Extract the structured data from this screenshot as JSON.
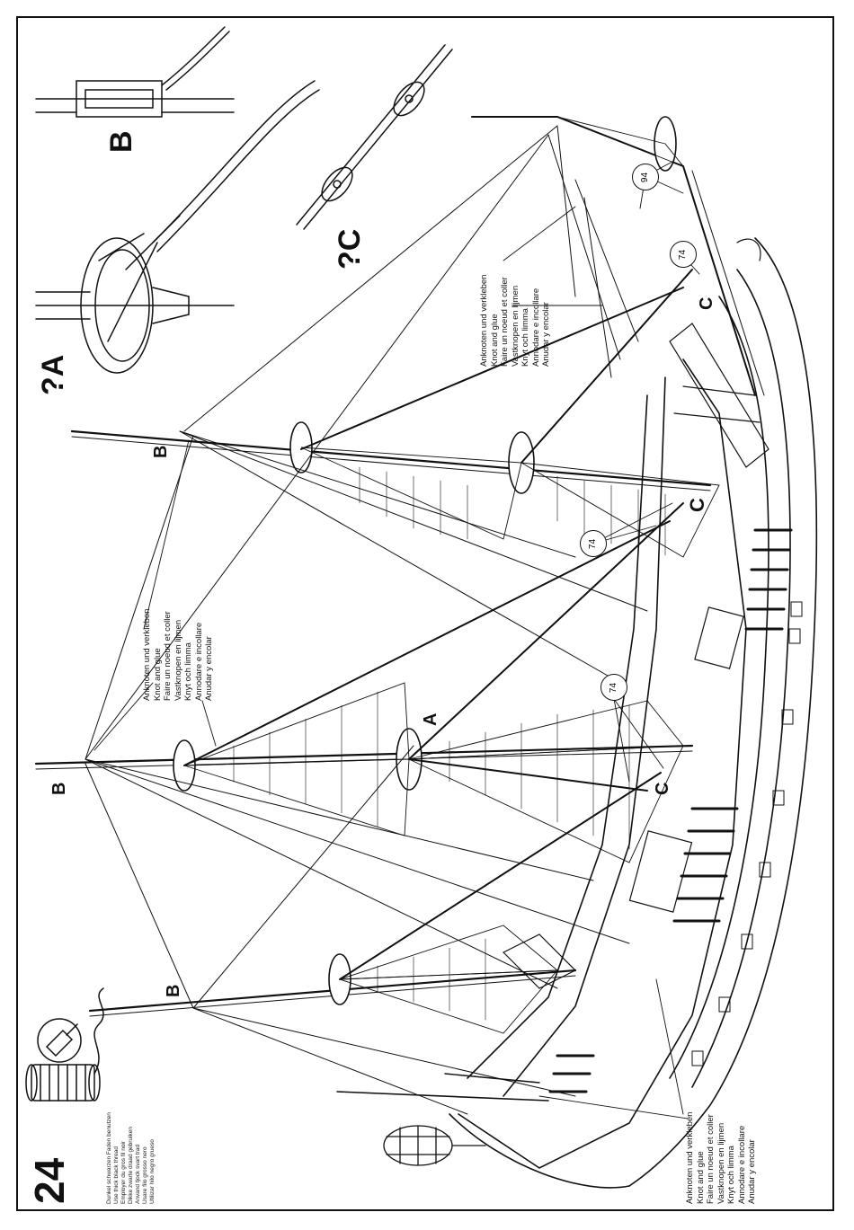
{
  "step": {
    "number": "24"
  },
  "labels": {
    "A": "A",
    "B": "B",
    "C": "C",
    "question_A": "?A",
    "question_C": "?C"
  },
  "part_numbers": [
    "94",
    "74",
    "74",
    "74"
  ],
  "instruction_blocks": [
    [
      "Anknoten und verkleben",
      "Knot and glue",
      "Faire un noeud et coller",
      "Vastknopen en lijmen",
      "Knyt och limma",
      "Annodare e incollare",
      "Anudar y encolar"
    ],
    [
      "Anknoten und verkleben",
      "Knot and glue",
      "Faire un noeud et coller",
      "Vastknopen en lijmen",
      "Knyt och limma",
      "Annodare e incollare",
      "Anudar y encolar"
    ],
    [
      "Anknoten und verkleben",
      "Knot and glue",
      "Faire un noeud et coller",
      "Vastknopen en lijmen",
      "Knyt och limma",
      "Annodare e incollare",
      "Anudar y encolar"
    ]
  ],
  "thread_note": [
    "Dunkel schwarzen Faden benutzen",
    "Use thick black thread",
    "Employer du gros fil noir",
    "Dikke zwarte draad gebruiken",
    "Anvand tjock svart trad",
    "Usare filo grosso nero",
    "Utilizar hilo negro grueso"
  ],
  "icons": [
    "thread-spool-icon",
    "glue-tube-icon"
  ]
}
